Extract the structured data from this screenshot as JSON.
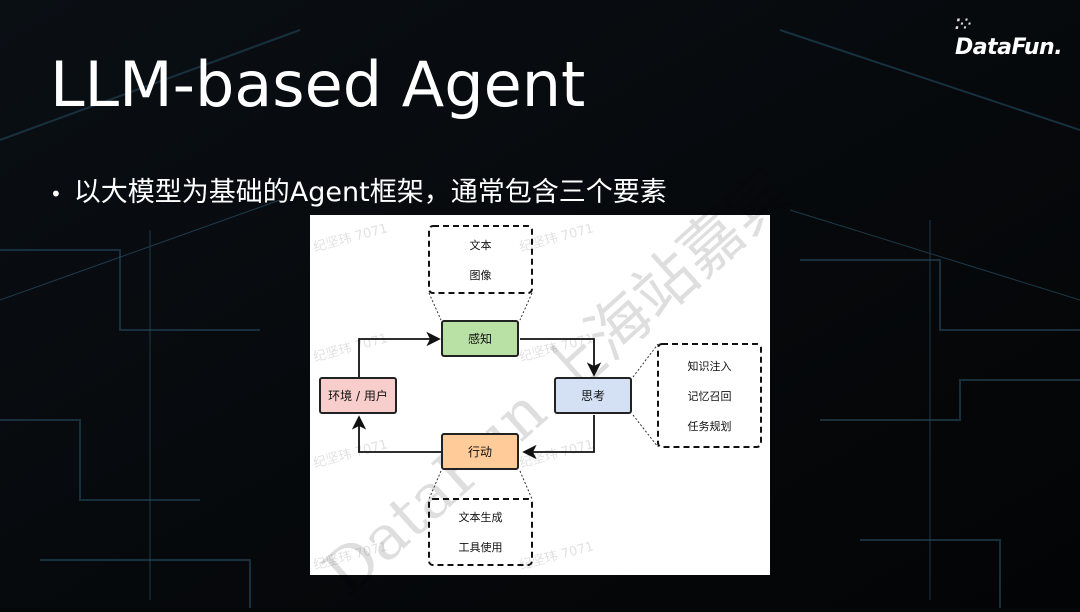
{
  "brand": {
    "logo_text": "DataFun."
  },
  "slide": {
    "title": "LLM-based Agent",
    "bullet": "以大模型为基础的Agent框架，通常包含三个要素"
  },
  "diagram": {
    "nodes": {
      "perception": {
        "label": "感知",
        "color": "#b9e0a5"
      },
      "thinking": {
        "label": "思考",
        "color": "#d4e1f5"
      },
      "action": {
        "label": "行动",
        "color": "#ffcc99"
      },
      "environment": {
        "label": "环境 / 用户",
        "color": "#f8cecc"
      }
    },
    "perception_inputs": [
      "文本",
      "图像"
    ],
    "thinking_details": [
      "知识注入",
      "记忆召回",
      "任务规划"
    ],
    "action_outputs": [
      "文本生成",
      "工具使用"
    ]
  },
  "watermarks": {
    "user": "纪坚玮 7071",
    "event": "DataFun 上海站嘉宾"
  }
}
